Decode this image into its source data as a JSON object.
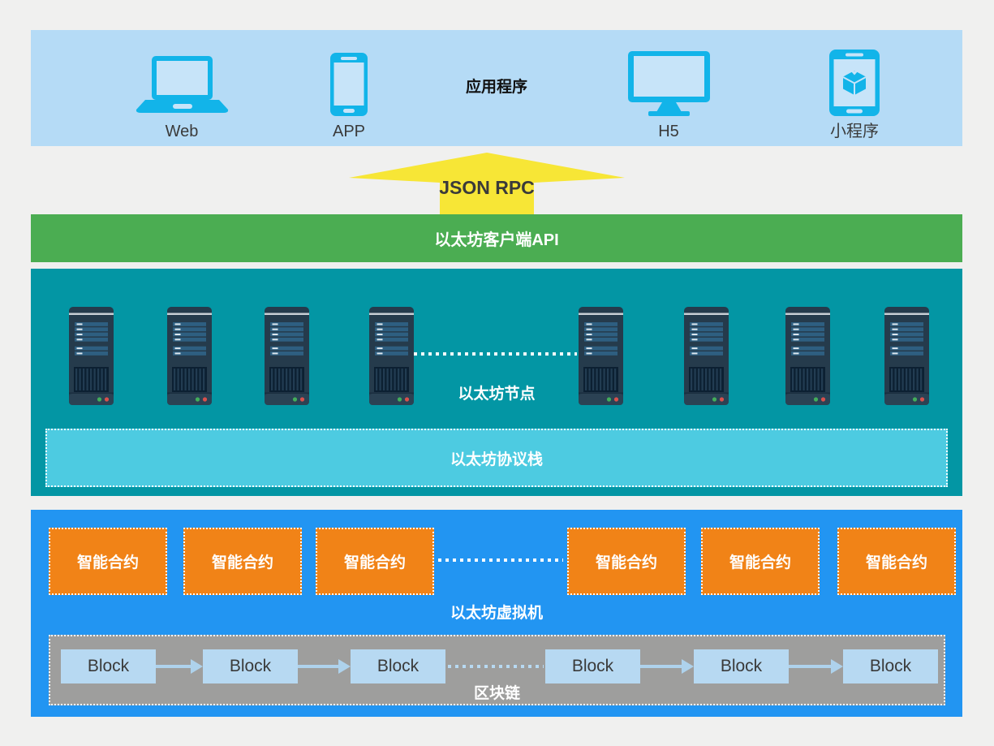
{
  "app_layer": {
    "title": "应用程序",
    "devices": [
      {
        "label": "Web"
      },
      {
        "label": "APP"
      },
      {
        "label": "H5"
      },
      {
        "label": "小程序"
      }
    ]
  },
  "rpc_arrow": {
    "label": "JSON RPC"
  },
  "client_api": {
    "label": "以太坊客户端API"
  },
  "nodes": {
    "label": "以太坊节点",
    "server_count": 8,
    "protocol_stack": {
      "label": "以太坊协议栈"
    }
  },
  "evm": {
    "label": "以太坊虚拟机",
    "contracts": [
      "智能合约",
      "智能合约",
      "智能合约",
      "智能合约",
      "智能合约",
      "智能合约"
    ],
    "blockchain": {
      "label": "区块链",
      "blocks": [
        "Block",
        "Block",
        "Block",
        "Block",
        "Block",
        "Block"
      ]
    }
  },
  "colors": {
    "app_band": "#b5dbf6",
    "device_icon": "#12b4e9",
    "arrow_yellow": "#f7e636",
    "api_green": "#4bad52",
    "node_teal": "#0396a4",
    "protocol_cyan": "#4dcbe1",
    "evm_blue": "#2295f2",
    "contract_orange": "#f18317",
    "chain_gray": "#9e9e9d",
    "block_blue": "#b7d9f2",
    "block_arrow": "#aed2ec"
  }
}
